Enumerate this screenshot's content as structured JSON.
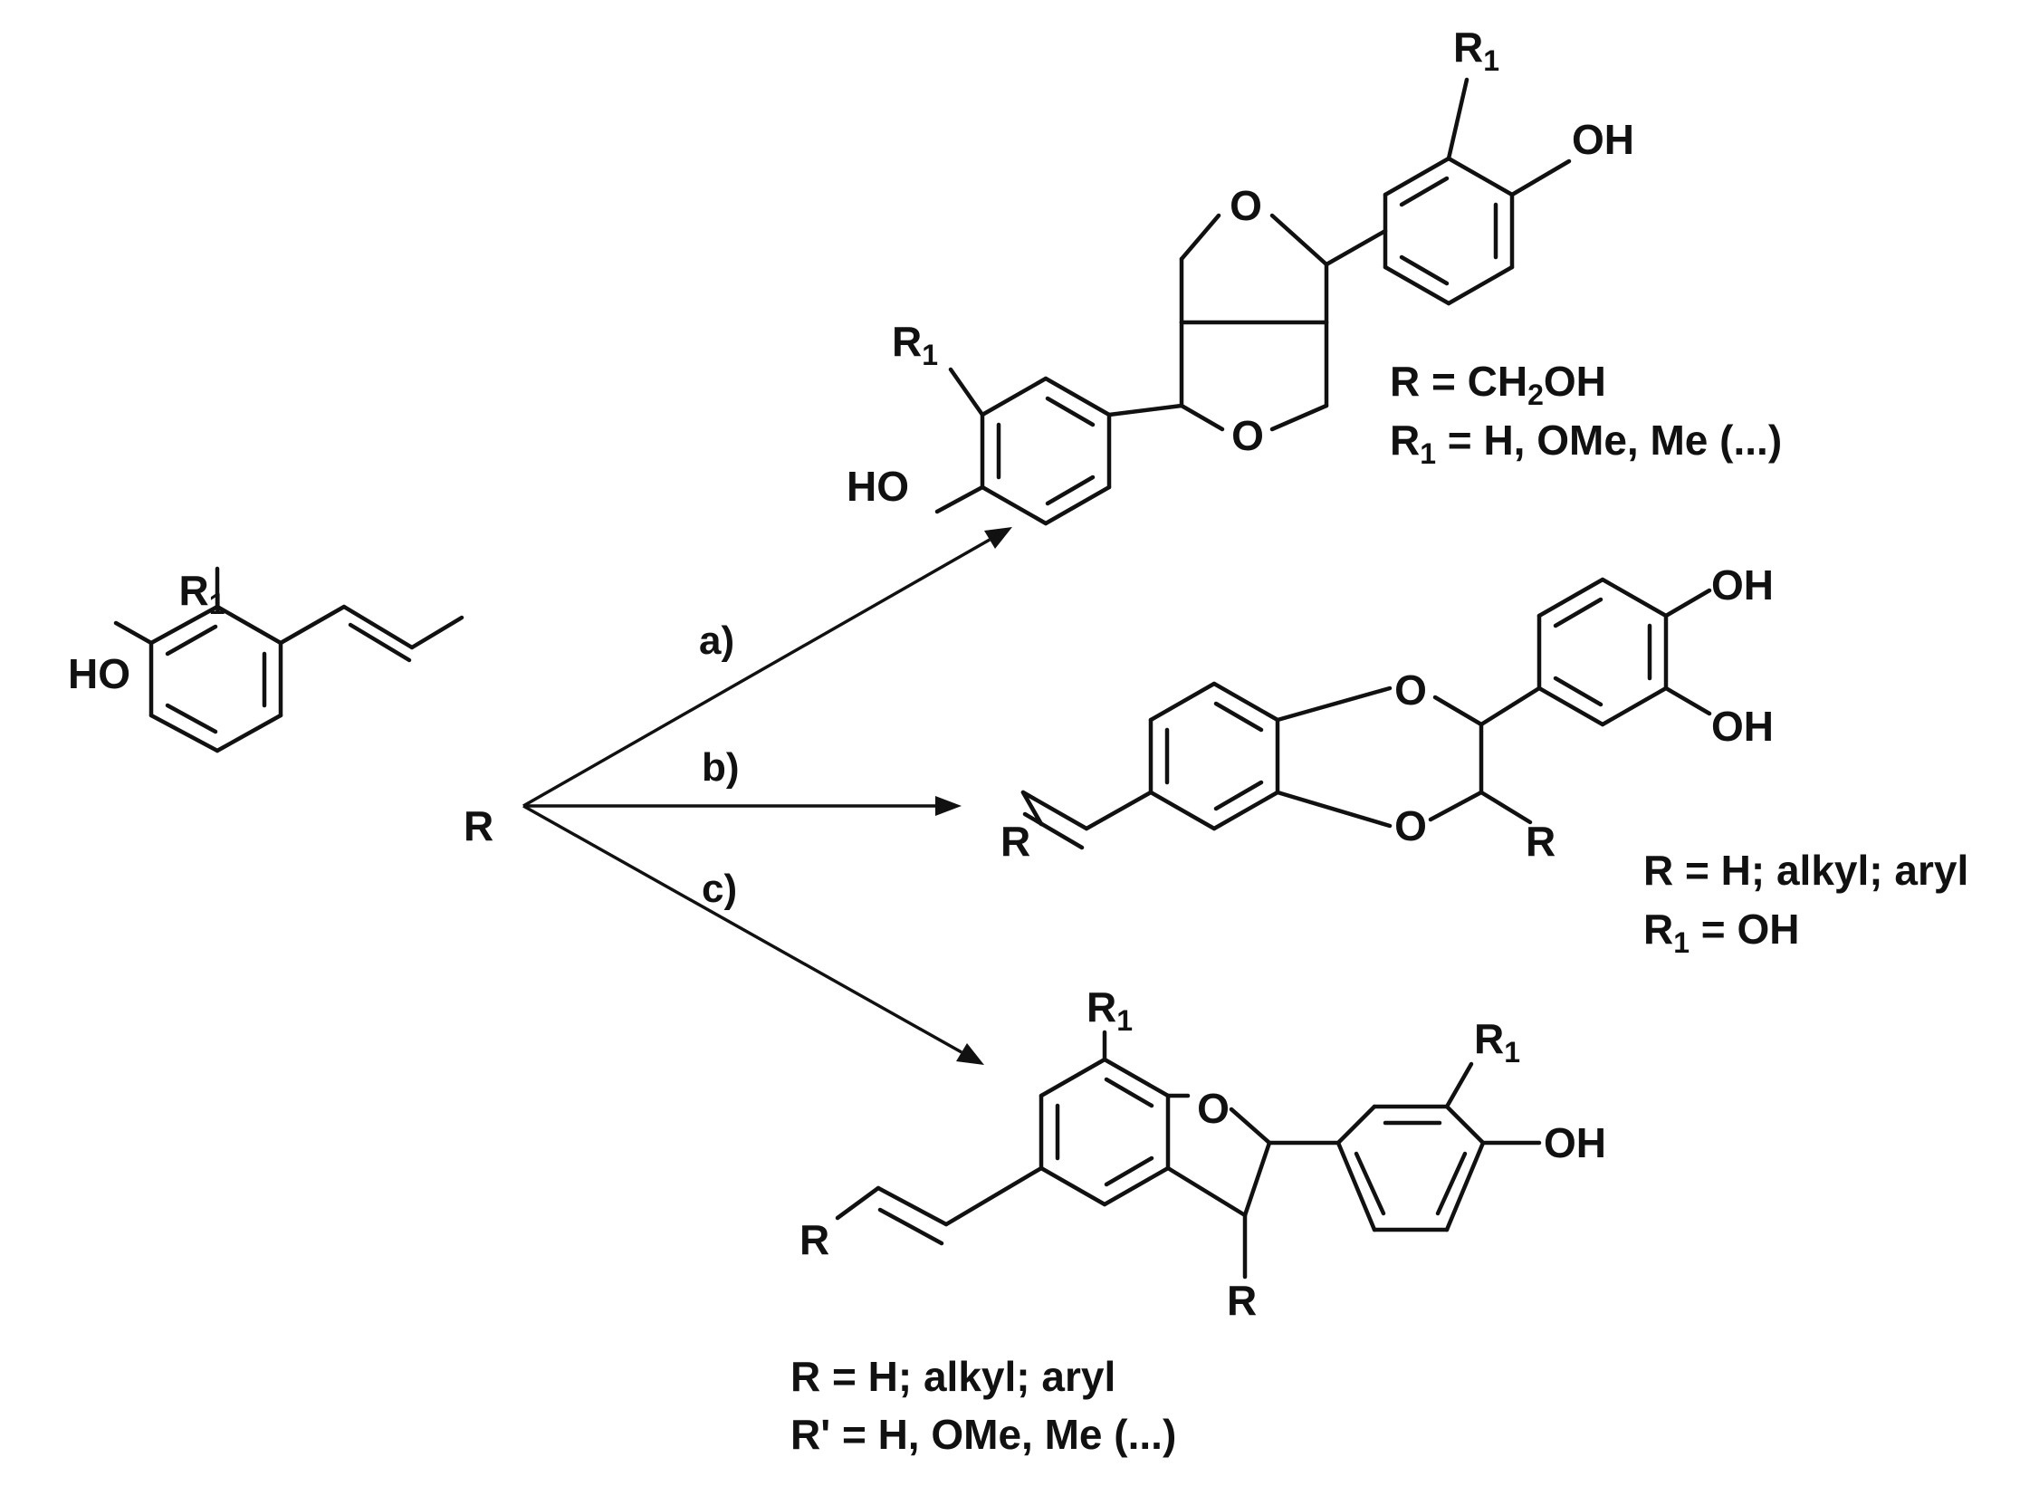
{
  "atoms": {
    "ho": "HO",
    "oh": "OH",
    "o": "O",
    "r": "R",
    "r_letter": "R",
    "r1_sub": "1"
  },
  "steps": {
    "a": "a)",
    "b": "b)",
    "c": "c)"
  },
  "notes": {
    "a_line1_left": "R = CH",
    "a_line1_sub": "2",
    "a_line1_right": "OH",
    "a_line2_left": "R",
    "a_line2_sub": "1",
    "a_line2_right": " = H, OMe, Me (...)",
    "b_line1": "R = H; alkyl; aryl",
    "b_line2_left": "R",
    "b_line2_sub": "1",
    "b_line2_right": " = OH",
    "c_line1": "R = H; alkyl; aryl",
    "c_line2": "R' = H, OMe, Me (...)"
  }
}
